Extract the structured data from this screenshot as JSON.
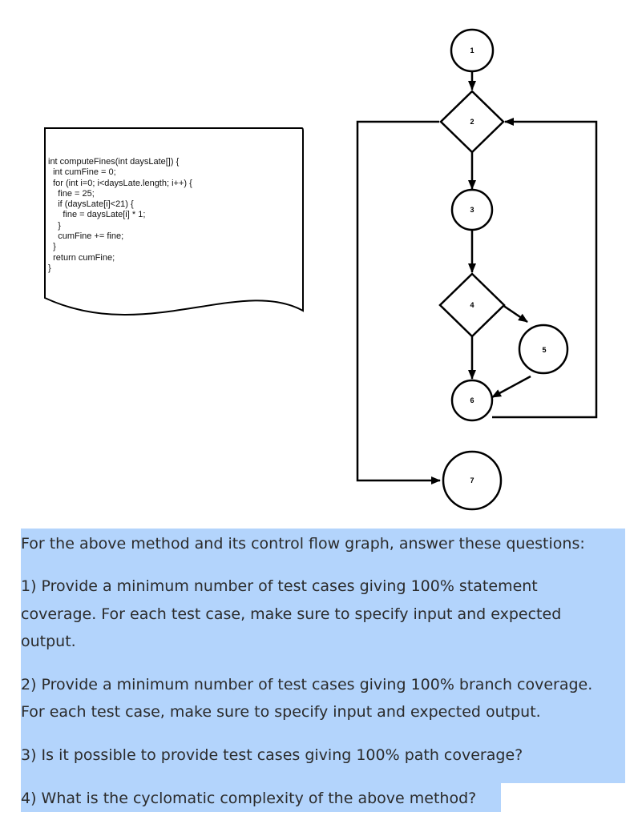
{
  "code_lines": [
    "int computeFines(int daysLate[]) {",
    "  int cumFine = 0;",
    "  for (int i=0; i<daysLate.length; i++) {",
    "    fine = 25;",
    "    if (daysLate[i]<21) {",
    "      fine = daysLate[i] * 1;",
    "    }",
    "    cumFine += fine;",
    "  }",
    "  return cumFine;",
    "}"
  ],
  "nodes": [
    "1",
    "2",
    "3",
    "4",
    "5",
    "6",
    "7"
  ],
  "questions": {
    "intro": "For the above method and its control flow graph, answer these questions:",
    "q1_line1": "1) Provide a minimum number of test cases giving 100% statement",
    "q1_line2": "coverage.  For each test case, make sure to specify input and expected",
    "q1_line3": "output.",
    "q2_line1": "2) Provide a minimum number of test cases giving 100% branch coverage.",
    "q2_line2": "For each test case, make sure to specify input and expected output.",
    "q3": "3) Is it possible to provide test cases giving 100% path coverage?",
    "q4": "4) What is the cyclomatic complexity of the above method?"
  },
  "colors": {
    "highlight": "#b3d4fc",
    "stroke": "#000000"
  }
}
